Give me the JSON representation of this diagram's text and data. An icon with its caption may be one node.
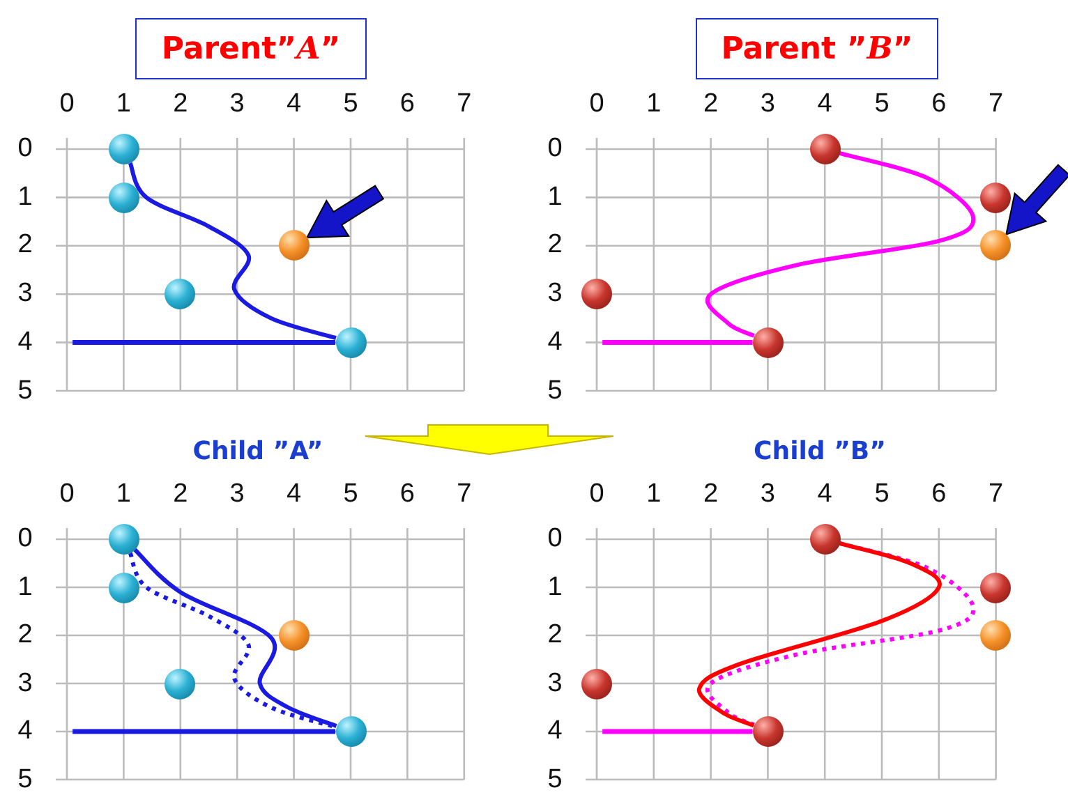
{
  "diagram": {
    "nodes": [
      {
        "text": [],
        "shape": "circle"
      },
      {
        "text": [],
        "shape": "circle"
      },
      {
        "text": [],
        "shape": "circle"
      },
      {
        "text": [],
        "shape": "circle"
      },
      {
        "text": [],
        "shape": "circle"
      },
      {
        "text": [],
        "shape": "circle"
      },
      {
        "text": [],
        "shape": "circle"
      },
      {
        "text": [],
        "shape": "circle"
      },
      {
        "text": [],
        "shape": "circle"
      },
      {
        "text": [],
        "shape": "circle"
      },
      {
        "text": [],
        "shape": "circle"
      },
      {
        "text": [],
        "shape": "circle"
      },
      {
        "text": [],
        "shape": "circle"
      },
      {
        "text": [],
        "shape": "circle"
      },
      {
        "text": [],
        "shape": "circle"
      },
      {
        "text": [],
        "shape": "circle"
      },
      {
        "text": [],
        "shape": "circle"
      },
      {
        "text": [],
        "shape": "circle"
      },
      {
        "text": [],
        "shape": "circle"
      },
      {
        "text": [],
        "shape": "circle"
      }
    ],
    "edges": [
      {
        "from": null,
        "to": 2,
        "arrow": "to",
        "style": "thick"
      },
      {
        "from": null,
        "to": 7,
        "arrow": "to",
        "style": "thick"
      },
      {
        "from": 0,
        "to": 4,
        "arrow": "none"
      },
      {
        "from": null,
        "to": 4,
        "arrow": "none"
      },
      {
        "from": 5,
        "to": 9,
        "arrow": "none",
        "color": "#ff00ff"
      },
      {
        "from": null,
        "to": 9,
        "arrow": "none",
        "color": "#ff00ff"
      },
      {
        "from": 10,
        "to": 14,
        "arrow": "none",
        "style": "dashed"
      },
      {
        "from": 10,
        "to": 14,
        "arrow": "none"
      },
      {
        "from": null,
        "to": 14,
        "arrow": "none"
      },
      {
        "from": 15,
        "to": 19,
        "arrow": "none",
        "style": "dashed",
        "color": "#ff00ff"
      },
      {
        "from": 15,
        "to": 19,
        "arrow": "none",
        "color": "#ff0000"
      },
      {
        "from": null,
        "to": 19,
        "arrow": "none",
        "color": "#ff00ff"
      }
    ],
    "labels": [
      "Parent”*A*”",
      "Parent ”*B*”",
      "0",
      "1",
      "2",
      "3",
      "4",
      "5",
      "6",
      "7",
      "0",
      "1",
      "2",
      "3",
      "4",
      "5",
      "0",
      "1",
      "2",
      "3",
      "4",
      "5",
      "6",
      "7",
      "0",
      "1",
      "2",
      "3",
      "4",
      "5",
      "Child  ”A”",
      "Child ”B”",
      "0",
      "1",
      "2",
      "3",
      "4",
      "5",
      "6",
      "7",
      "0",
      "1",
      "2",
      "3",
      "4",
      "5",
      "0",
      "1",
      "2",
      "3",
      "4",
      "5",
      "6",
      "7",
      "0",
      "1",
      "2",
      "3",
      "4",
      "5"
    ]
  }
}
